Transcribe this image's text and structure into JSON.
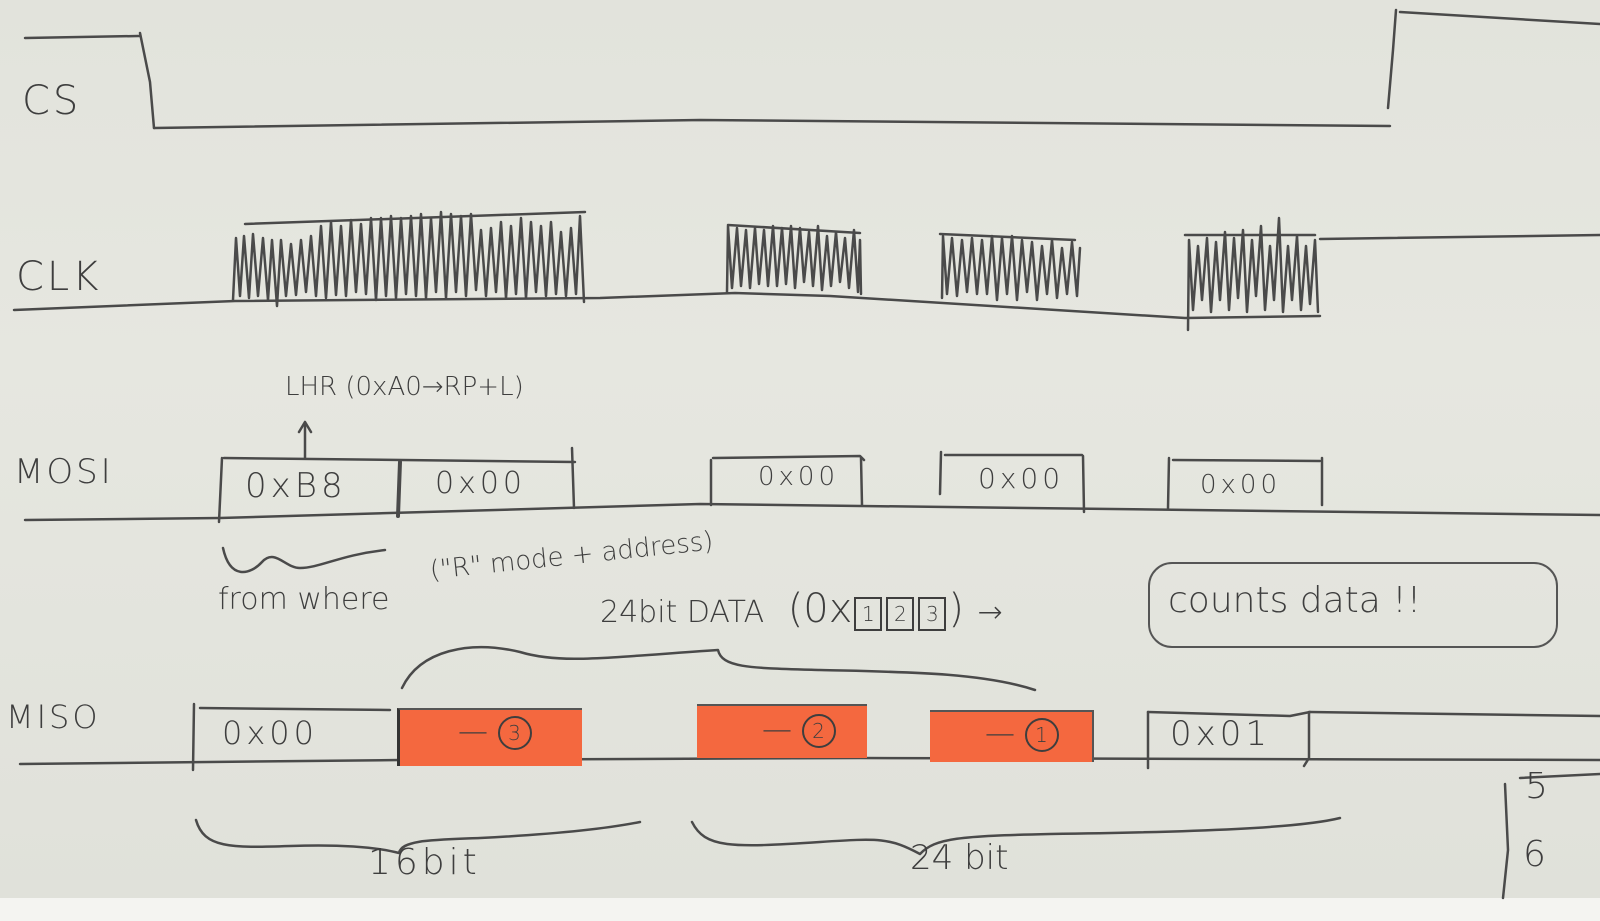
{
  "signals": {
    "cs": "CS",
    "clk": "CLK",
    "mosi": "MOSI",
    "miso": "MISO"
  },
  "mosi": {
    "annotation": "LHR (0xA0→RP+L)",
    "cells": [
      "0xB8",
      "0x00",
      "0x00",
      "0x00",
      "0x00"
    ],
    "note_from_where": "from where",
    "note_mode": "(\"R\" mode + address)"
  },
  "data_note": {
    "label": "24bit DATA",
    "prefix": "(0x",
    "boxes": [
      "1",
      "2",
      "3"
    ],
    "suffix": ")",
    "arrow": "→",
    "callout": "counts data !!"
  },
  "miso": {
    "cells": [
      {
        "text": "0x00",
        "highlight": false
      },
      {
        "text": "—",
        "marker": "3",
        "highlight": true
      },
      {
        "text": "—",
        "marker": "2",
        "highlight": true
      },
      {
        "text": "—",
        "marker": "1",
        "highlight": true
      },
      {
        "text": "0x01",
        "highlight": false
      }
    ]
  },
  "braces": {
    "first": "16bit",
    "second": "24 bit"
  },
  "margin_digits": [
    "5",
    "6"
  ],
  "colors": {
    "pencil": "#3e3e3e",
    "highlighter": "#f4683f",
    "paper": "#e3e4dd"
  }
}
